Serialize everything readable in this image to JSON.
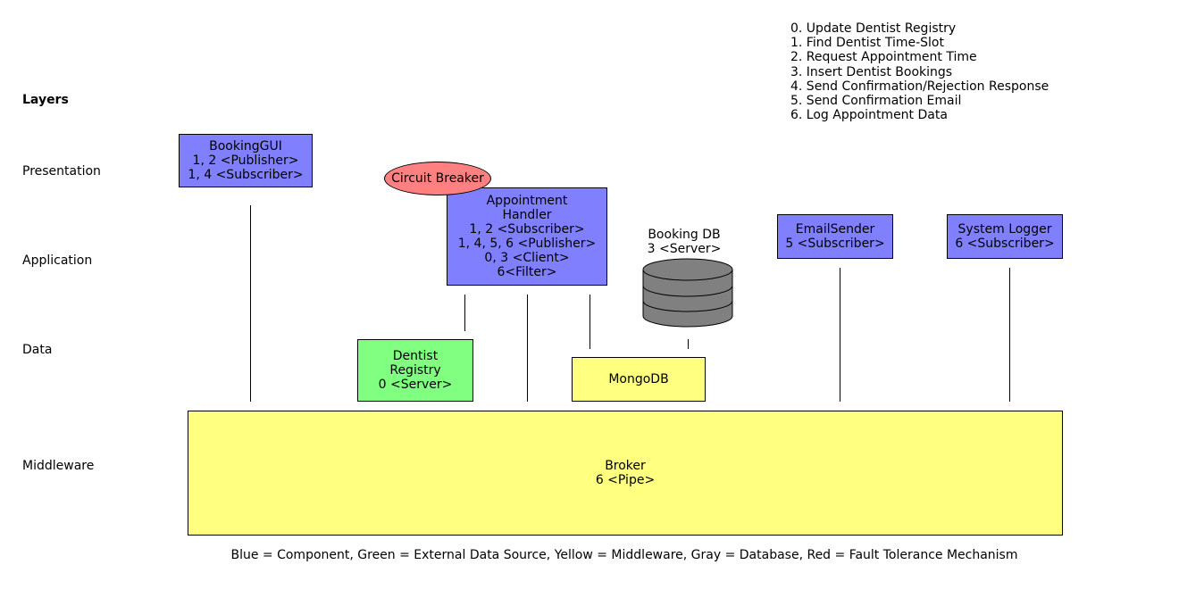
{
  "layers": {
    "title": "Layers",
    "presentation": "Presentation",
    "application": "Application",
    "data": "Data",
    "middleware": "Middleware"
  },
  "steps": [
    "0. Update Dentist Registry",
    "1. Find Dentist Time-Slot",
    "2. Request Appointment Time",
    "3. Insert Dentist Bookings",
    "4. Send Confirmation/Rejection Response",
    "5. Send Confirmation Email",
    "6. Log Appointment Data"
  ],
  "components": {
    "booking_gui": [
      "BookingGUI",
      "1, 2 <Publisher>",
      "1, 4 <Subscriber>"
    ],
    "circuit_breaker": "Circuit Breaker",
    "appointment_handler": [
      "Appointment",
      "Handler",
      "1, 2 <Subscriber>",
      "1, 4, 5, 6 <Publisher>",
      "0, 3 <Client>",
      "6<Filter>"
    ],
    "booking_db": [
      "Booking DB",
      "3 <Server>"
    ],
    "email_sender": [
      "EmailSender",
      "5 <Subscriber>"
    ],
    "system_logger": [
      "System Logger",
      "6 <Subscriber>"
    ],
    "dentist_registry": [
      "Dentist",
      "Registry",
      "0 <Server>"
    ],
    "mongodb": "MongoDB",
    "broker": [
      "Broker",
      "6 <Pipe>"
    ]
  },
  "legend": "Blue = Component, Green = External Data Source, Yellow = Middleware, Gray = Database, Red = Fault Tolerance Mechanism",
  "colors": {
    "component": "#8080ff",
    "external_data_source": "#80ff80",
    "middleware": "#ffff80",
    "database": "#808080",
    "fault_tolerance": "#ff8080"
  }
}
